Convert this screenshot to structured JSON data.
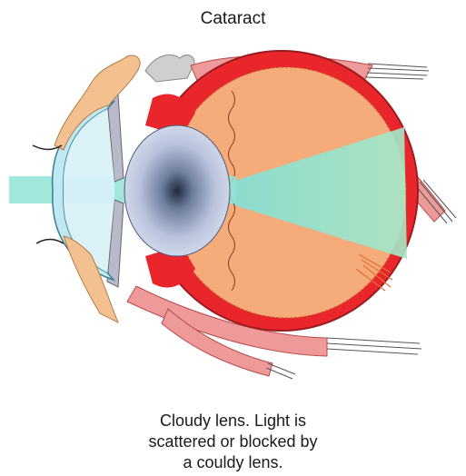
{
  "title": "Cataract",
  "caption": {
    "line1": "Cloudy lens. Light is",
    "line2": "scattered or blocked by",
    "line3": "a couldy lens."
  },
  "colors": {
    "sclera": "#e8262b",
    "sclera_outline": "#9b1c1f",
    "retina_fill": "#f5ab7a",
    "light_beam": "#8fe3d6",
    "lens": "#c7d0e8",
    "cornea": "#d7f1f7",
    "muscle": "#e88a8a",
    "eyelid": "#f3c08f",
    "fat": "#cfcfcf"
  }
}
